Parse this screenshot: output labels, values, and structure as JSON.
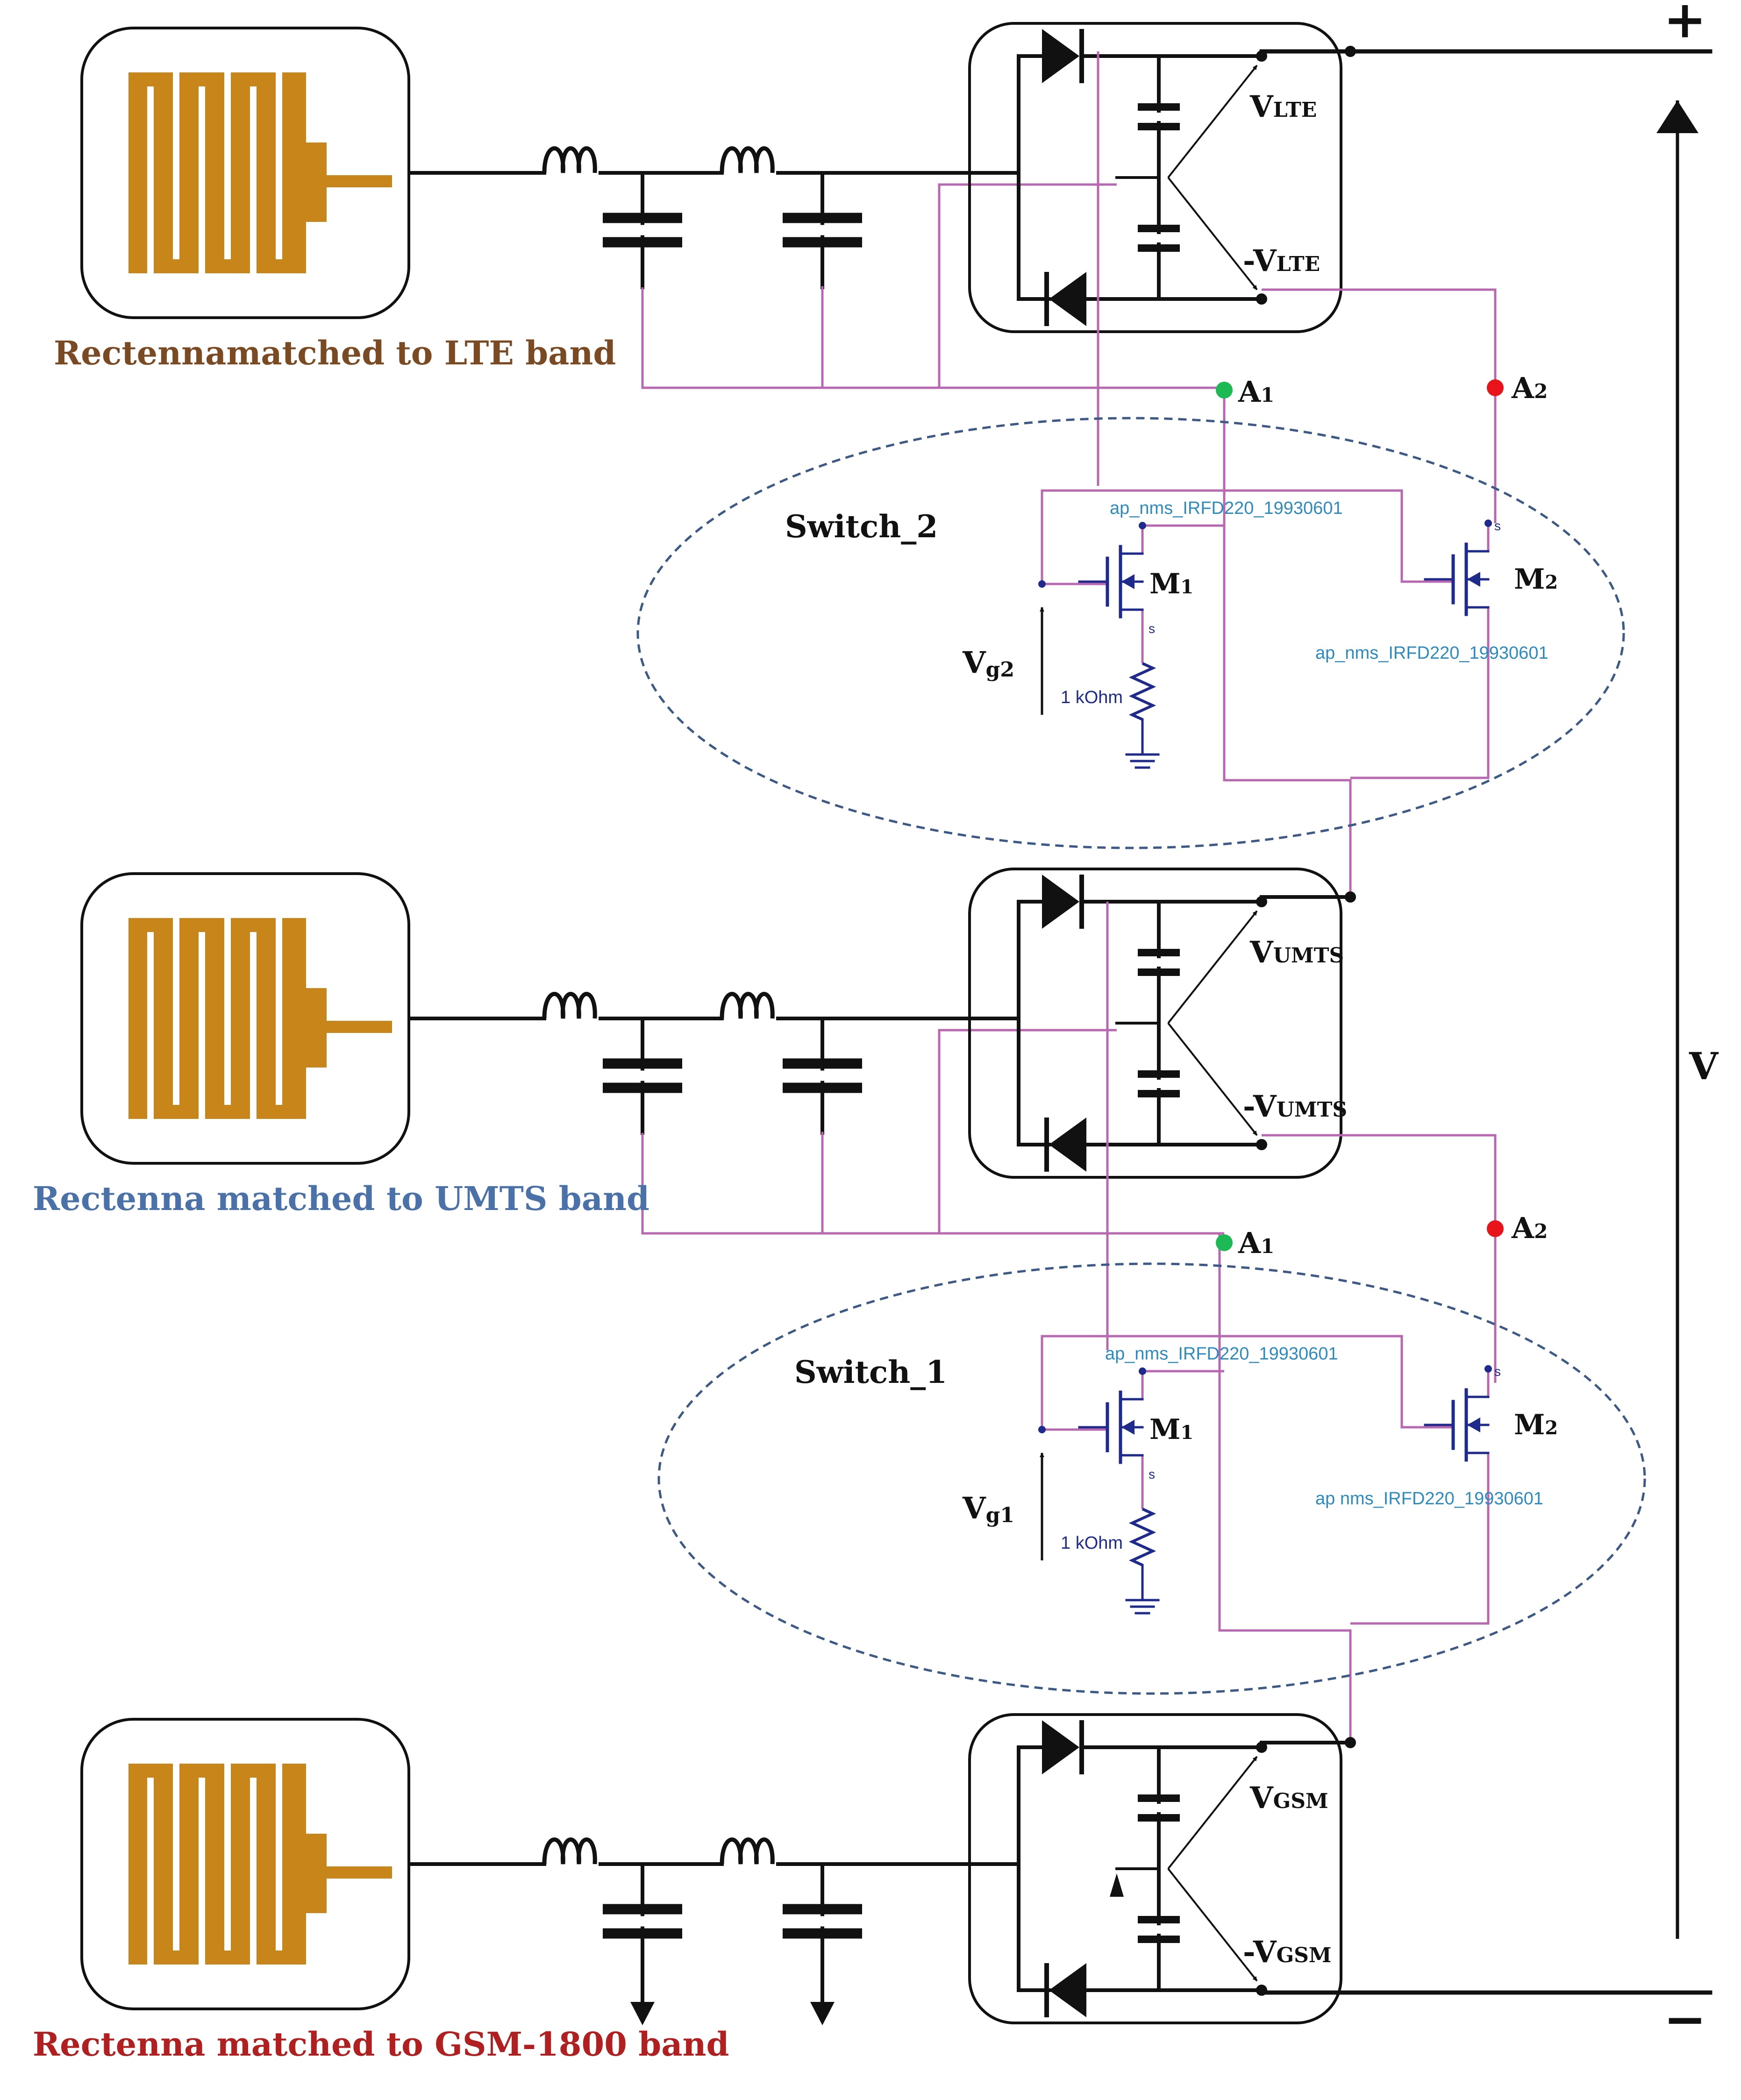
{
  "colors": {
    "wire": "#111111",
    "switch_wire": "#b768b0",
    "antenna": "#c8861a",
    "model_text": "#2e8bbf",
    "component_blue": "#1e2a8c",
    "ellipse": "#3d5a86",
    "node_green": "#1db954",
    "node_red": "#e8141b",
    "label_lte": "#7a4a22",
    "label_umts": "#4a72a8",
    "label_gsm": "#b02020"
  },
  "icons": {
    "antenna": "meander-patch-antenna-icon",
    "inductor": "inductor-icon",
    "capacitor": "capacitor-icon",
    "diode": "diode-icon",
    "mosfet": "mosfet-icon",
    "resistor": "resistor-icon",
    "ground": "ground-icon"
  },
  "stages": [
    {
      "id": "lte",
      "antenna_label": "Rectennamatched to LTE band",
      "v_plus": "V",
      "v_plus_sub": "LTE",
      "v_minus": "-V",
      "v_minus_sub": "LTE"
    },
    {
      "id": "umts",
      "antenna_label": "Rectenna matched to UMTS band",
      "v_plus": "V",
      "v_plus_sub": "UMTS",
      "v_minus": "-V",
      "v_minus_sub": "UMTS"
    },
    {
      "id": "gsm",
      "antenna_label": "Rectenna matched to GSM-1800 band",
      "v_plus": "V",
      "v_plus_sub": "GSM",
      "v_minus": "-V",
      "v_minus_sub": "GSM"
    }
  ],
  "switches": [
    {
      "id": "switch2",
      "title": "Switch_2",
      "node_a1": "A",
      "node_a1_sub": "1",
      "node_a2": "A",
      "node_a2_sub": "2",
      "m1": "M",
      "m1_sub": "1",
      "m2": "M",
      "m2_sub": "2",
      "vg": "V",
      "vg_sub": "g2",
      "resistor": "1 kOhm",
      "model_top": "ap_nms_IRFD220_19930601",
      "model_bottom": "ap_nms_IRFD220_19930601",
      "s_m1": "s",
      "s_m2": "s"
    },
    {
      "id": "switch1",
      "title": "Switch_1",
      "node_a1": "A",
      "node_a1_sub": "1",
      "node_a2": "A",
      "node_a2_sub": "2",
      "m1": "M",
      "m1_sub": "1",
      "m2": "M",
      "m2_sub": "2",
      "vg": "V",
      "vg_sub": "g1",
      "resistor": "1 kOhm",
      "model_top": "ap_nms_IRFD220_19930601",
      "model_bottom": "ap nms_IRFD220_19930601",
      "s_m1": "s",
      "s_m2": "s"
    }
  ],
  "output": {
    "plus": "+",
    "minus": "−",
    "v": "V"
  }
}
